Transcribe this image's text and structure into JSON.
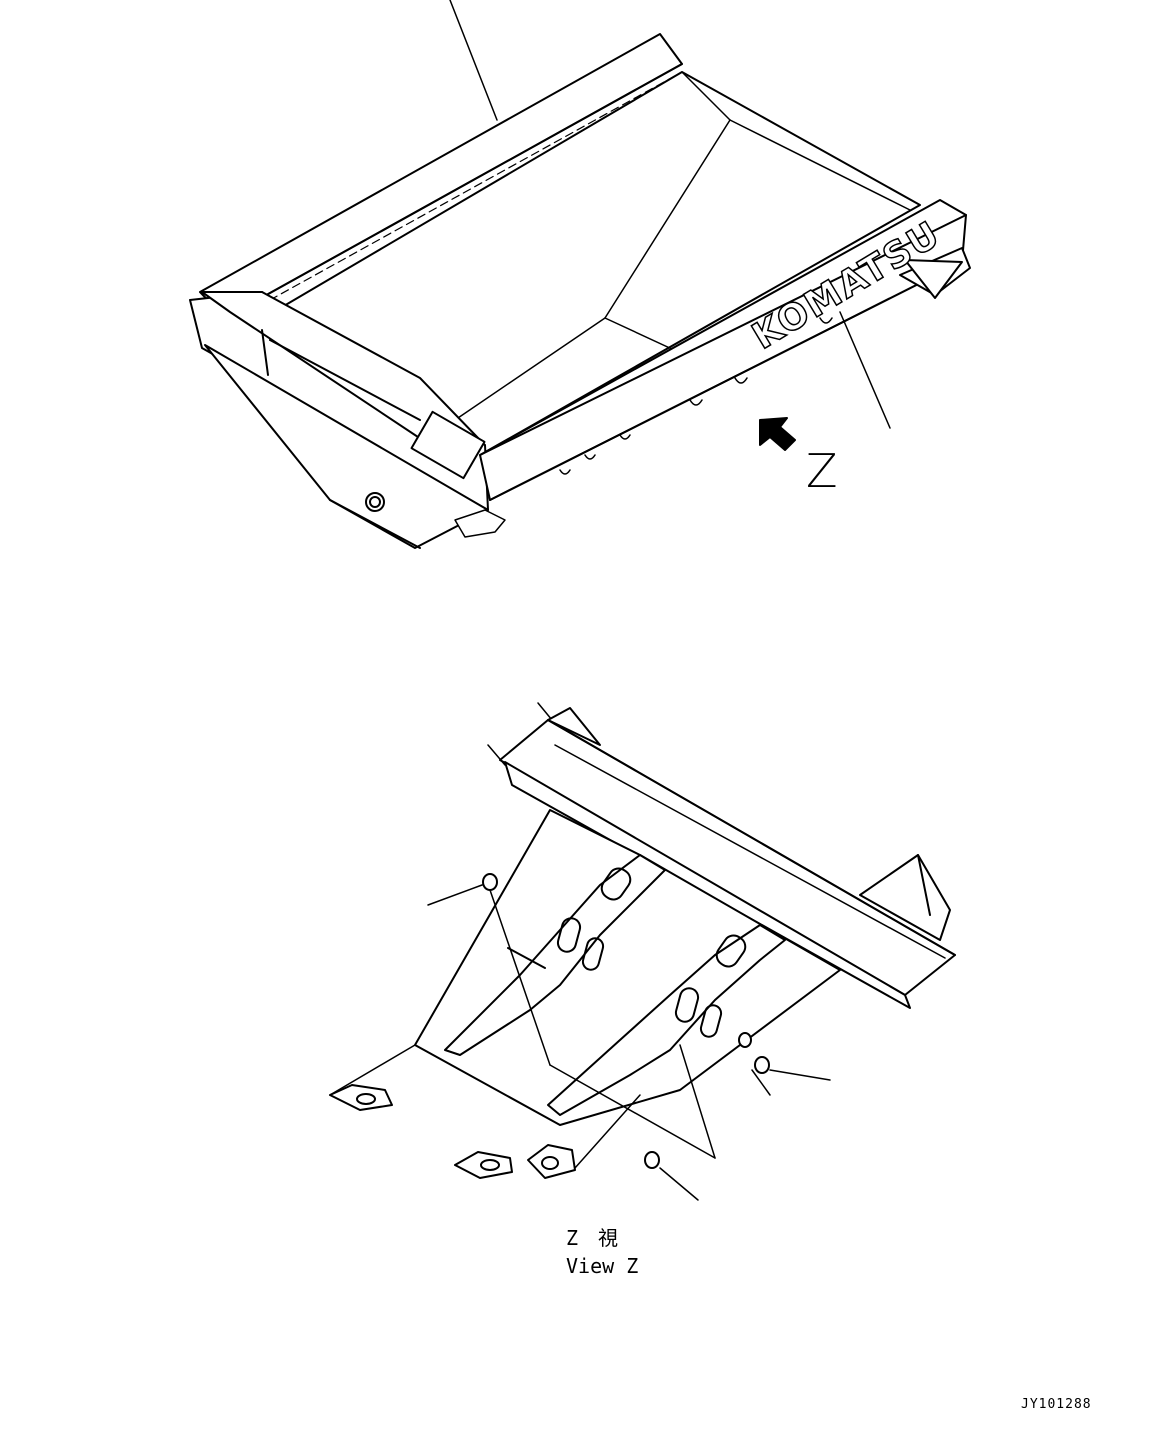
{
  "view_marker": "Z",
  "brand_text": "KOMATSU",
  "caption": {
    "japanese": "Z　視",
    "english": "View Z"
  },
  "drawing_number": "JY101288",
  "colors": {
    "line": "#000000",
    "background": "#ffffff"
  }
}
